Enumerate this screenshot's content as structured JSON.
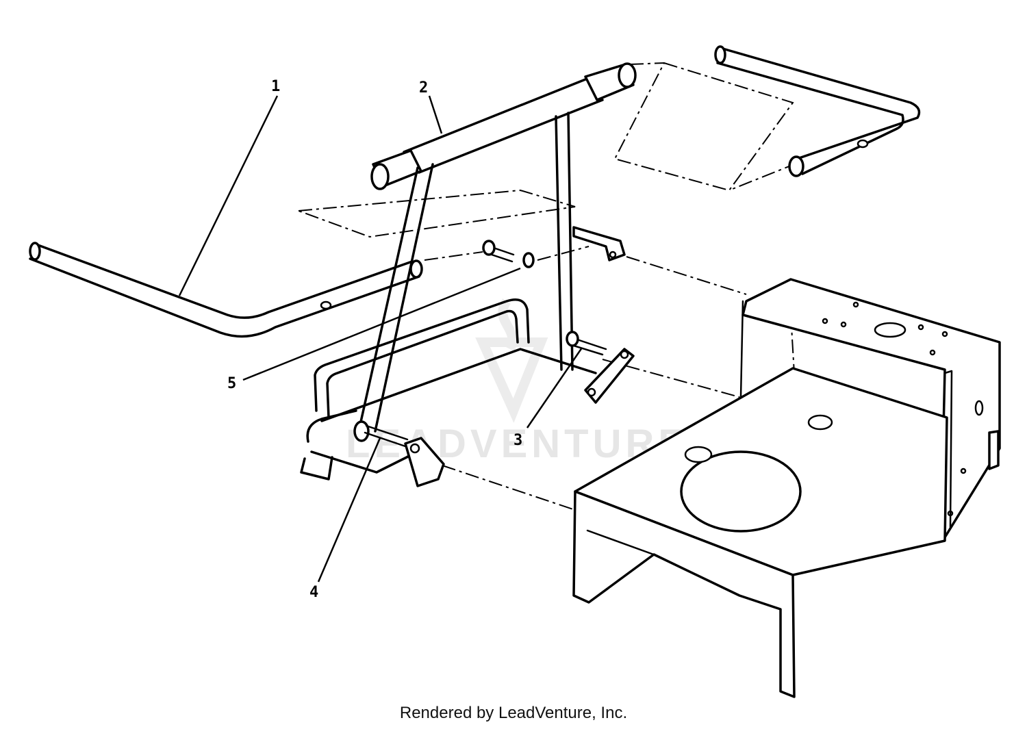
{
  "callouts": [
    {
      "label": "1"
    },
    {
      "label": "2"
    },
    {
      "label": "3"
    },
    {
      "label": "4"
    },
    {
      "label": "5"
    }
  ],
  "watermark": {
    "text": "LEADVENTURE"
  },
  "footer": {
    "text": "Rendered by LeadVenture, Inc."
  }
}
